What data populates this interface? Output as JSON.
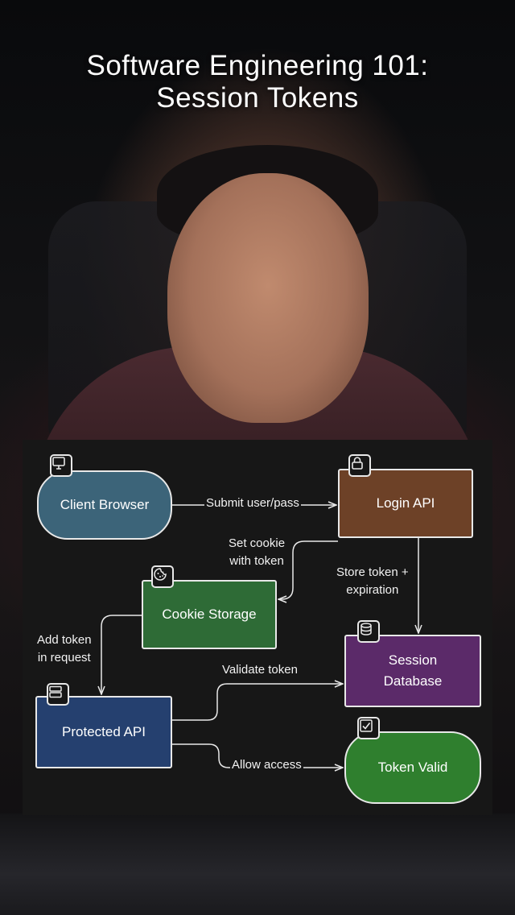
{
  "title": {
    "line1": "Software Engineering 101:",
    "line2": "Session Tokens"
  },
  "diagram": {
    "nodes": {
      "client_browser": {
        "label": "Client Browser",
        "icon": "monitor-icon",
        "color": "#3c6479"
      },
      "login_api": {
        "label": "Login API",
        "icon": "lock-icon",
        "color": "#6d4127"
      },
      "cookie_storage": {
        "label": "Cookie Storage",
        "icon": "cookie-icon",
        "color": "#2e6b36"
      },
      "session_database": {
        "label_line1": "Session",
        "label_line2": "Database",
        "icon": "database-icon",
        "color": "#5b2a69"
      },
      "protected_api": {
        "label": "Protected API",
        "icon": "server-icon",
        "color": "#25406f"
      },
      "token_valid": {
        "label": "Token Valid",
        "icon": "checkbox-icon",
        "color": "#2f7f2e"
      }
    },
    "edges": {
      "submit": {
        "label": "Submit user/pass"
      },
      "set_cookie": {
        "label_line1": "Set cookie",
        "label_line2": "with token"
      },
      "store_token": {
        "label_line1": "Store token +",
        "label_line2": "expiration"
      },
      "add_token": {
        "label_line1": "Add token",
        "label_line2": "in request"
      },
      "validate": {
        "label": "Validate token"
      },
      "allow": {
        "label": "Allow access"
      }
    }
  }
}
